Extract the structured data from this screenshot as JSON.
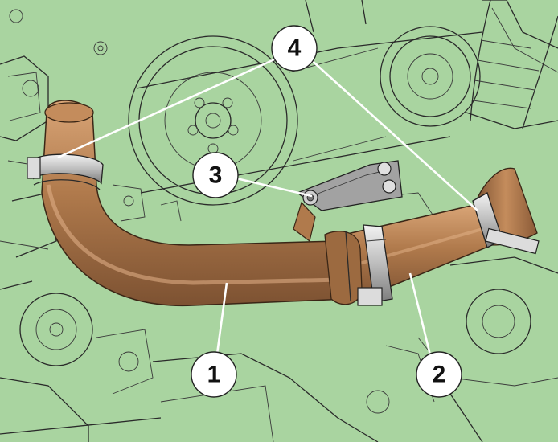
{
  "colors": {
    "background": "#a9d4a0",
    "hose": "#b07a4c",
    "hose_highlight": "#d9a577",
    "hose_shadow": "#7d5232",
    "clamp": "#c8c8c8",
    "callout_fill": "#ffffff",
    "linework": "#2a2a2a"
  },
  "callouts": [
    {
      "label": "1",
      "meaning": "hose-1"
    },
    {
      "label": "2",
      "meaning": "hose-2"
    },
    {
      "label": "3",
      "meaning": "bracket-bolt"
    },
    {
      "label": "4",
      "meaning": "hose-clamps"
    }
  ]
}
